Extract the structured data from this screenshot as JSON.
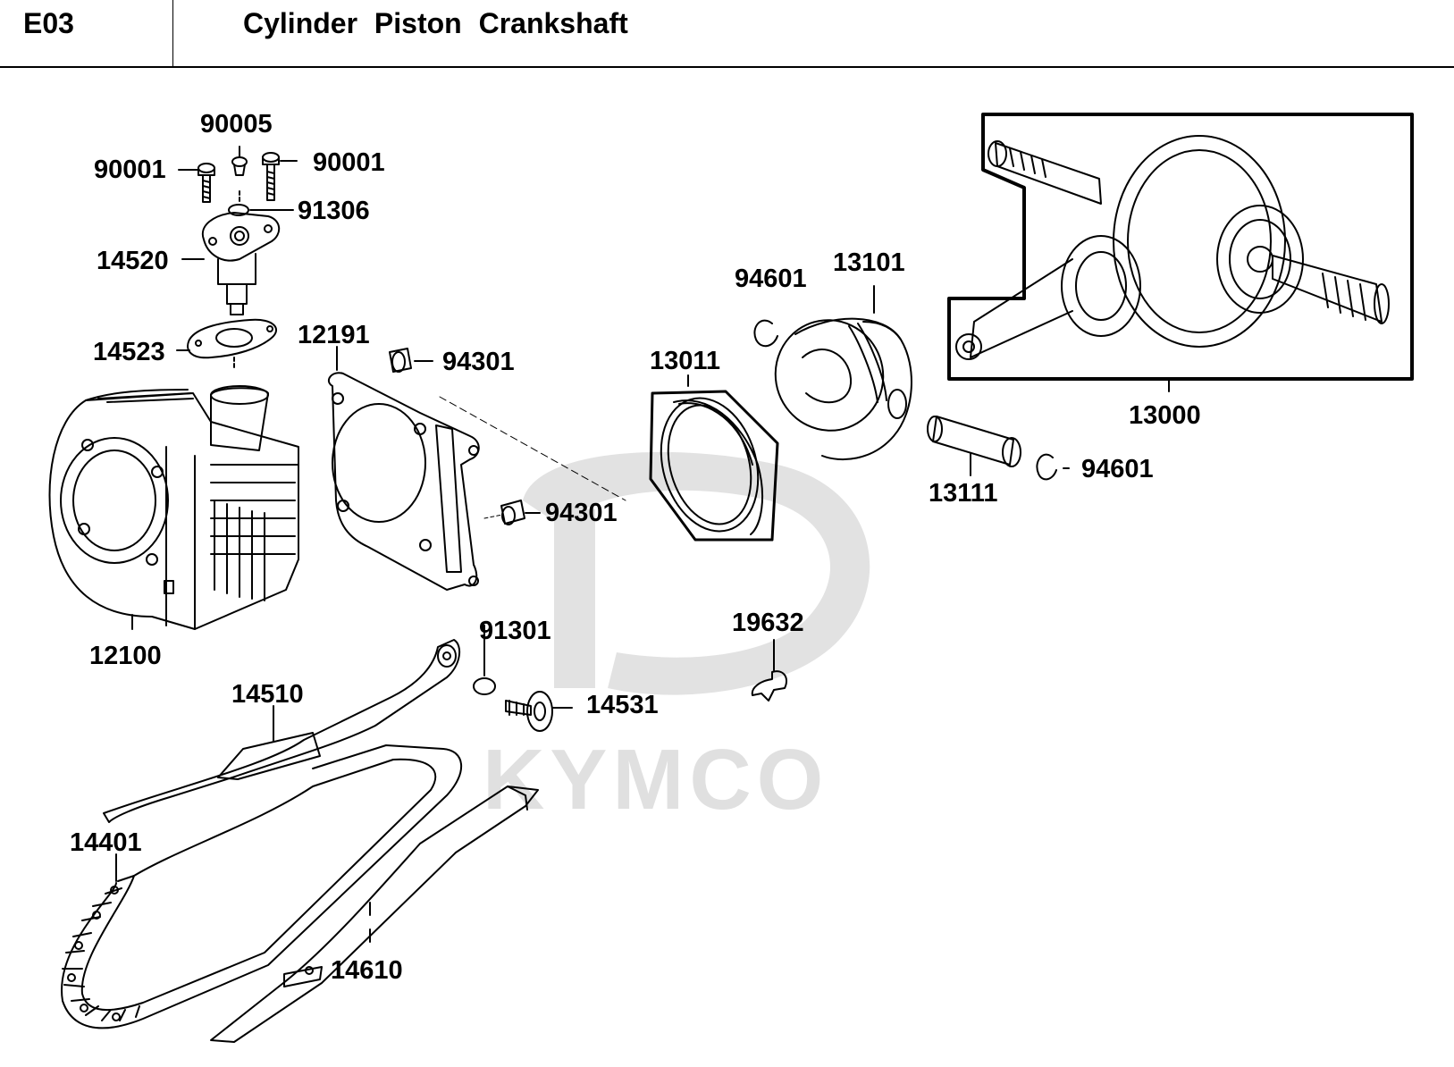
{
  "header": {
    "code": "E03",
    "title": "Cylinder  Piston  Crankshaft"
  },
  "watermark": {
    "text": "KYMCO",
    "color": "#e0e0e0"
  },
  "parts": {
    "p90005": "90005",
    "p90001_left": "90001",
    "p90001_right": "90001",
    "p91306": "91306",
    "p14520": "14520",
    "p14523": "14523",
    "p12191": "12191",
    "p94301_top": "94301",
    "p94301_bottom": "94301",
    "p12100": "12100",
    "p13011": "13011",
    "p94601_top": "94601",
    "p94601_right": "94601",
    "p13101": "13101",
    "p13000": "13000",
    "p13111": "13111",
    "p91301": "91301",
    "p14531": "14531",
    "p19632": "19632",
    "p14510": "14510",
    "p14401": "14401",
    "p14610": "14610"
  }
}
